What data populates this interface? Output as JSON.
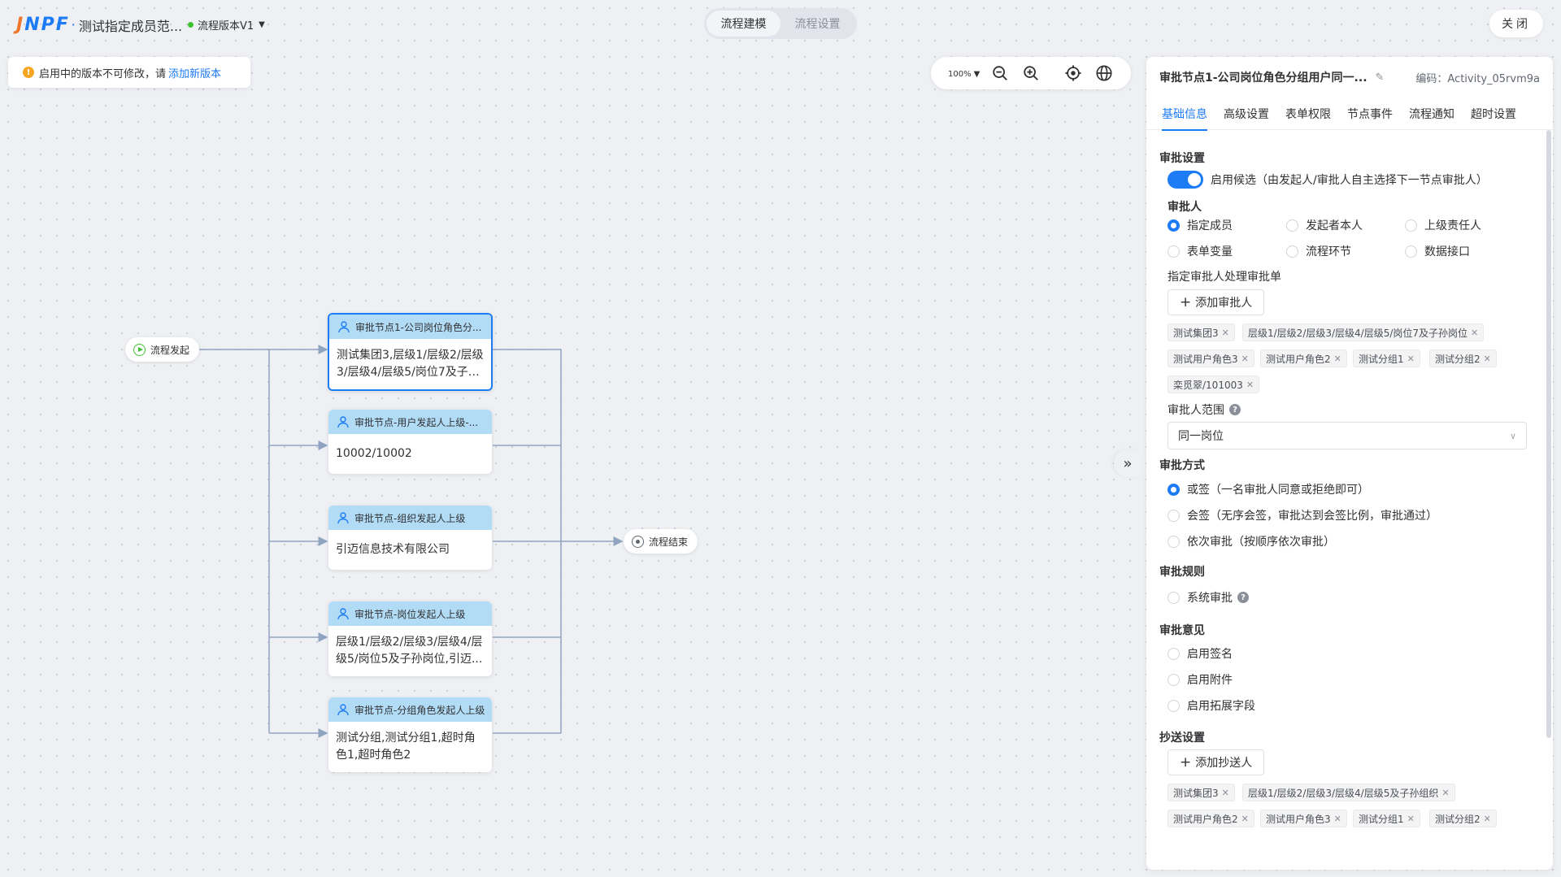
{
  "header": {
    "logo_j": "J",
    "logo_rest": "NPF",
    "logo_dot": "·",
    "title": "测试指定成员范...",
    "version_label": "流程版本V1",
    "mode_tabs": [
      {
        "label": "流程建模",
        "active": true
      },
      {
        "label": "流程设置",
        "active": false
      }
    ],
    "close_label": "关闭"
  },
  "notice": {
    "text": "启用中的版本不可修改，请",
    "link": "添加新版本"
  },
  "zoom": {
    "value": "100%"
  },
  "flow": {
    "start_label": "流程发起",
    "end_label": "流程结束",
    "nodes": [
      {
        "title": "审批节点1-公司岗位角色分...",
        "body": "测试集团3,层级1/层级2/层级3/层级4/层级5/岗位7及子孙...",
        "selected": true
      },
      {
        "title": "审批节点-用户发起人上级-...",
        "body": "10002/10002",
        "selected": false
      },
      {
        "title": "审批节点-组织发起人上级",
        "body": "引迈信息技术有限公司",
        "selected": false
      },
      {
        "title": "审批节点-岗位发起人上级",
        "body": "层级1/层级2/层级3/层级4/层级5/岗位5及子孙岗位,引迈...",
        "selected": false
      },
      {
        "title": "审批节点-分组角色发起人上级",
        "body": "测试分组,测试分组1,超时角色1,超时角色2",
        "selected": false
      }
    ]
  },
  "panel": {
    "title": "审批节点1-公司岗位角色分组用户同一...",
    "code": "编码：Activity_05rvm9a",
    "tabs": [
      "基础信息",
      "高级设置",
      "表单权限",
      "节点事件",
      "流程通知",
      "超时设置"
    ],
    "active_tab": 0,
    "approval_settings": {
      "heading": "审批设置",
      "candidate_label": "启用候选（由发起人/审批人自主选择下一节点审批人）"
    },
    "approver": {
      "heading": "审批人",
      "options": [
        "指定成员",
        "发起者本人",
        "上级责任人",
        "表单变量",
        "流程环节",
        "数据接口"
      ],
      "selected": "指定成员",
      "assign_label": "指定审批人处理审批单",
      "add_button": "添加审批人",
      "tags": [
        "测试集团3",
        "层级1/层级2/层级3/层级4/层级5/岗位7及子孙岗位",
        "测试用户角色3",
        "测试用户角色2",
        "测试分组1",
        "测试分组2",
        "栾觅翠/101003"
      ],
      "scope_label": "审批人范围",
      "scope_value": "同一岗位"
    },
    "method": {
      "heading": "审批方式",
      "options": [
        "或签（一名审批人同意或拒绝即可）",
        "会签（无序会签，审批达到会签比例，审批通过）",
        "依次审批（按顺序依次审批）"
      ],
      "selected": "或签（一名审批人同意或拒绝即可）"
    },
    "rules": {
      "heading": "审批规则",
      "system_label": "系统审批"
    },
    "opinion": {
      "heading": "审批意见",
      "options": [
        "启用签名",
        "启用附件",
        "启用拓展字段"
      ]
    },
    "cc": {
      "heading": "抄送设置",
      "add_button": "添加抄送人",
      "tags": [
        "测试集团3",
        "层级1/层级2/层级3/层级4/层级5及子孙组织",
        "测试用户角色2",
        "测试用户角色3",
        "测试分组1",
        "测试分组2"
      ]
    }
  }
}
